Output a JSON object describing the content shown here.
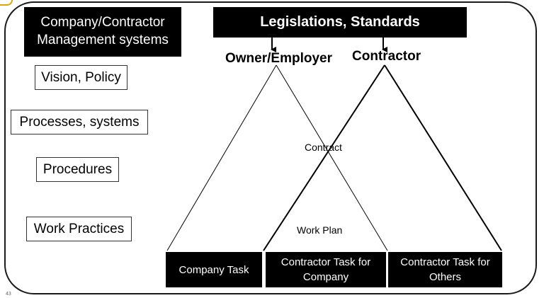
{
  "header": {
    "management_line1": "Company/Contractor",
    "management_line2": "Management systems",
    "legislations": "Legislations, Standards"
  },
  "parties": {
    "owner": "Owner/Employer",
    "contractor": "Contractor"
  },
  "levels": [
    {
      "label": "Vision, Policy"
    },
    {
      "label": "Processes, systems"
    },
    {
      "label": "Procedures"
    },
    {
      "label": "Work Practices"
    }
  ],
  "labels": {
    "contract": "Contract",
    "work_plan": "Work Plan"
  },
  "tasks": {
    "company": "Company Task",
    "contractor_company_line1": "Contractor Task for",
    "contractor_company_line2": "Company",
    "contractor_others_line1": "Contractor Task for",
    "contractor_others_line2": "Others"
  },
  "page_number": "43",
  "colors": {
    "dark_box": "#000000",
    "accent": "#e0a500"
  }
}
